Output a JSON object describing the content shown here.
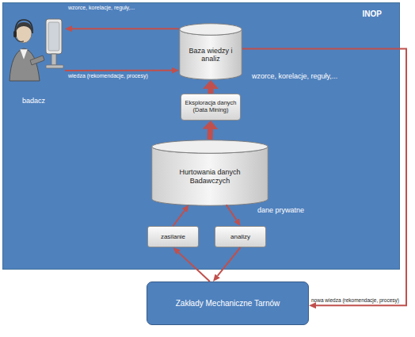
{
  "diagram": {
    "nodes": [
      {
        "text": [
          "INOP"
        ]
      },
      {
        "text": [
          "badacz"
        ],
        "in": 0
      },
      {
        "text": [
          "Baza wiedzy i analiz"
        ],
        "in": 0
      },
      {
        "text": [
          "Eksploracja danych (Data Mining)"
        ],
        "in": 0
      },
      {
        "text": [
          "Hurtowania danych Badawczych"
        ],
        "in": 0
      },
      {
        "text": [
          "zasilanie"
        ],
        "in": 0
      },
      {
        "text": [
          "analizy"
        ],
        "in": 0
      },
      {
        "text": [
          "Zakłady Mechaniczne Tarnów"
        ]
      }
    ],
    "edges": [
      {
        "from": 2,
        "to": 1,
        "arrow": "to",
        "label": "wzorce, korelacje, reguły,..."
      },
      {
        "from": 1,
        "to": 2,
        "arrow": "to",
        "label": "wiedza (rekomendacje, procesy)"
      },
      {
        "from": 3,
        "to": 2,
        "arrow": "to",
        "label": "wzorce, korelacje, reguły,..."
      },
      {
        "from": 4,
        "to": 3,
        "arrow": "to"
      },
      {
        "from": 5,
        "to": 4,
        "arrow": "to"
      },
      {
        "from": 4,
        "to": 6,
        "arrow": "to"
      },
      {
        "from": 7,
        "to": 5,
        "arrow": "to"
      },
      {
        "from": 6,
        "to": 7,
        "arrow": "to"
      },
      {
        "from": 2,
        "to": 7,
        "arrow": "to",
        "label": "nowa wiedza (rekomendacje, procesy)"
      }
    ],
    "labels": [
      "dane prywatne"
    ]
  }
}
